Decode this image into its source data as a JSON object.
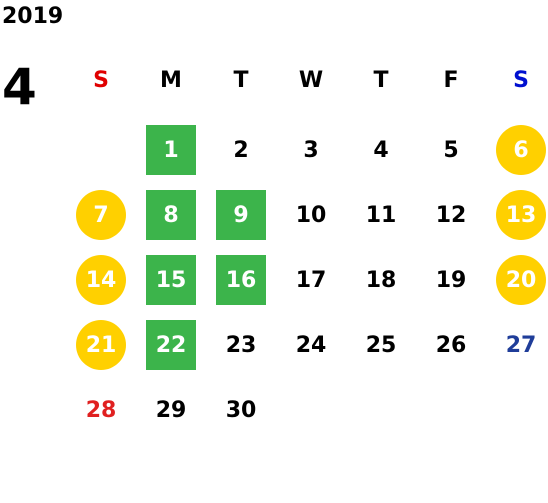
{
  "calendar": {
    "year": "2019",
    "month": "4",
    "weekdays": [
      {
        "label": "S",
        "color": "#e00000"
      },
      {
        "label": "M",
        "color": "#000000"
      },
      {
        "label": "T",
        "color": "#000000"
      },
      {
        "label": "W",
        "color": "#000000"
      },
      {
        "label": "T",
        "color": "#000000"
      },
      {
        "label": "F",
        "color": "#000000"
      },
      {
        "label": "S",
        "color": "#0010d0"
      }
    ],
    "weeks": [
      [
        {
          "day": ""
        },
        {
          "day": "1",
          "style": "green"
        },
        {
          "day": "2"
        },
        {
          "day": "3"
        },
        {
          "day": "4"
        },
        {
          "day": "5"
        },
        {
          "day": "6",
          "style": "gold"
        }
      ],
      [
        {
          "day": "7",
          "style": "gold"
        },
        {
          "day": "8",
          "style": "green"
        },
        {
          "day": "9",
          "style": "green"
        },
        {
          "day": "10"
        },
        {
          "day": "11"
        },
        {
          "day": "12"
        },
        {
          "day": "13",
          "style": "gold"
        }
      ],
      [
        {
          "day": "14",
          "style": "gold"
        },
        {
          "day": "15",
          "style": "green"
        },
        {
          "day": "16",
          "style": "green"
        },
        {
          "day": "17"
        },
        {
          "day": "18"
        },
        {
          "day": "19"
        },
        {
          "day": "20",
          "style": "gold"
        }
      ],
      [
        {
          "day": "21",
          "style": "gold"
        },
        {
          "day": "22",
          "style": "green"
        },
        {
          "day": "23"
        },
        {
          "day": "24"
        },
        {
          "day": "25"
        },
        {
          "day": "26"
        },
        {
          "day": "27",
          "style": "blue-text"
        }
      ],
      [
        {
          "day": "28",
          "style": "red-text"
        },
        {
          "day": "29"
        },
        {
          "day": "30"
        }
      ]
    ],
    "colors": {
      "green": "#3cb44b",
      "gold": "#ffd000",
      "sunday_text": "#e02020",
      "saturday_text": "#1f3d99"
    }
  }
}
